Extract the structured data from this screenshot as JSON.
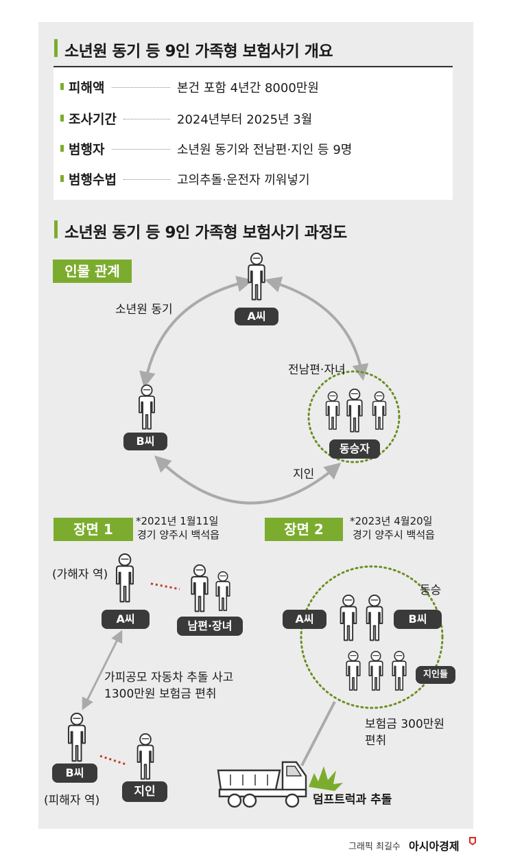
{
  "overview": {
    "title": "소년원 동기 등 9인 가족형 보험사기  개요",
    "rows": [
      {
        "label": "피해액",
        "value": "본건 포함 4년간 8000만원"
      },
      {
        "label": "조사기간",
        "value": "2024년부터 2025년 3월"
      },
      {
        "label": "범행자",
        "value": "소년원 동기와 전남편·지인 등 9명"
      },
      {
        "label": "범행수법",
        "value": "고의추돌·운전자 끼워넣기"
      }
    ]
  },
  "process": {
    "title": "소년원 동기 등 9인 가족형 보험사기 과정도"
  },
  "relations": {
    "tag": "인물 관계",
    "person_a": "A씨",
    "person_b": "B씨",
    "group": "동승자",
    "link_ab": "소년원 동기",
    "link_a_group": "전남편·자녀",
    "link_b_group": "지인"
  },
  "scene1": {
    "tag": "장면 1",
    "note_line1": "*2021년 1월11일",
    "note_line2": "경기 양주시 백석읍",
    "role_a": "(가해자 역)",
    "person_a": "A씨",
    "family": "남편·장녀",
    "accident_line1": "가피공모 자동차 추돌 사고",
    "accident_line2": "1300만원 보험금 편취",
    "person_b": "B씨",
    "role_b": "(피해자 역)",
    "acquaintance": "지인"
  },
  "scene2": {
    "tag": "장면 2",
    "note_line1": "*2023년 4월20일",
    "note_line2": "경기 양주시 백석읍",
    "ride_label": "동승",
    "person_a": "A씨",
    "person_b": "B씨",
    "acquaintances": "지인들",
    "insurance_line1": "보험금 300만원",
    "insurance_line2": "편취",
    "collision": "덤프트럭과 추돌"
  },
  "footer": {
    "credit": "그래픽 최길수",
    "brand": "아시아경제"
  },
  "colors": {
    "accent_green": "#7cac2e",
    "dark_pill": "#3a3a3a",
    "panel": "#ececec",
    "arrow_gray": "#aaaaaa",
    "dash_red": "#c0392b",
    "circle_green": "#6b8e23"
  }
}
